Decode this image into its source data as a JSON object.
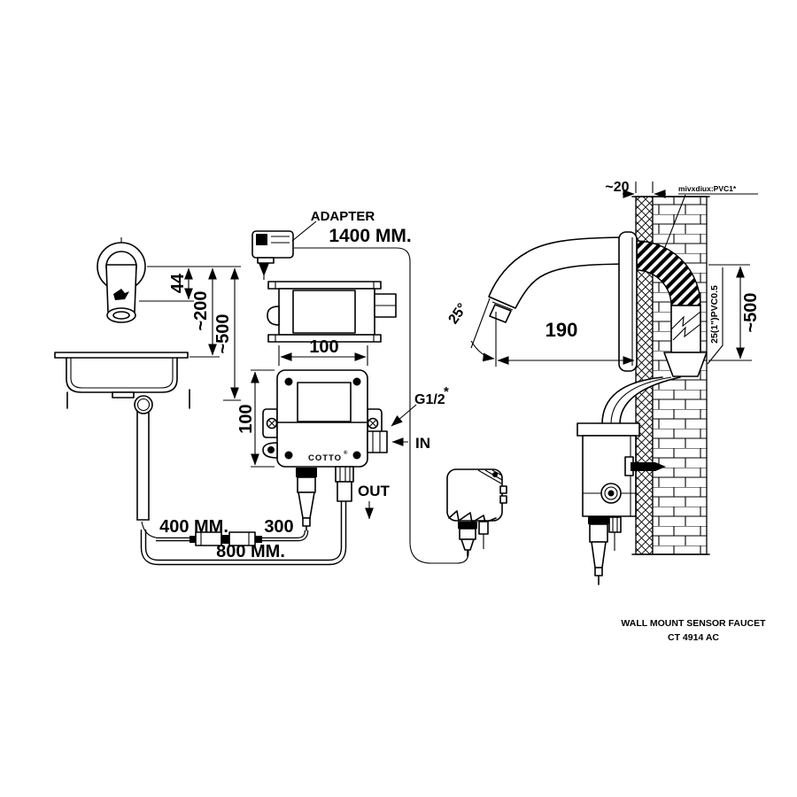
{
  "title_block": {
    "product_name": "WALL MOUNT SENSOR FAUCET",
    "model_code": "CT 4914 AC"
  },
  "brand": {
    "name": "COTTO",
    "registered_mark": "®"
  },
  "labels": {
    "adapter": "ADAPTER",
    "adapter_cable_length": "1400 MM.",
    "box_width": "100",
    "box_height": "100",
    "inlet_thread": "G1/2",
    "inlet_thread_footnote": "*",
    "inlet": "IN",
    "outlet": "OUT",
    "sensor_cable_length": "400 MM.",
    "extension_cable_length": "300",
    "outlet_hose_length": "800 MM.",
    "spout_drop": "44",
    "spout_to_counter": "~200",
    "faucet_mount_height_front": "~500",
    "wall_finish_thickness": "~20",
    "conduit_note": "mivxdiux:PVC1*",
    "spout_angle": "25°",
    "spout_reach": "190",
    "supply_pipe_note": "25(1\")PVC0.5",
    "faucet_mount_height_side": "~500"
  },
  "colors": {
    "line": "#000000",
    "background": "#ffffff"
  }
}
